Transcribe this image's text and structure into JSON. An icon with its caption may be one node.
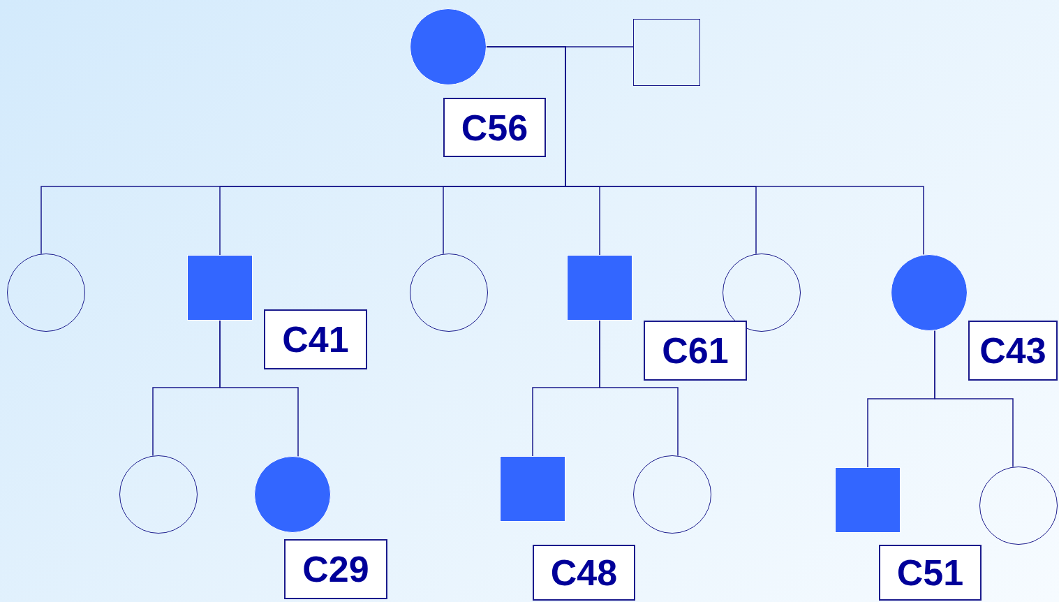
{
  "diagram": {
    "nodes": [
      {
        "text": [],
        "shape": "circle"
      },
      {
        "text": [],
        "shape": "box"
      },
      {
        "text": [
          "C56"
        ]
      },
      {
        "text": [],
        "shape": "circle"
      },
      {
        "text": [],
        "shape": "box"
      },
      {
        "text": [
          "C41"
        ]
      },
      {
        "text": [],
        "shape": "circle"
      },
      {
        "text": [],
        "shape": "box"
      },
      {
        "text": [],
        "shape": "circle"
      },
      {
        "text": [
          "C61"
        ]
      },
      {
        "text": [],
        "shape": "circle"
      },
      {
        "text": [
          "C43"
        ]
      },
      {
        "text": [],
        "shape": "circle"
      },
      {
        "text": [],
        "shape": "circle"
      },
      {
        "text": [
          "C29"
        ]
      },
      {
        "text": [],
        "shape": "box"
      },
      {
        "text": [],
        "shape": "circle"
      },
      {
        "text": [
          "C48"
        ]
      },
      {
        "text": [],
        "shape": "box"
      },
      {
        "text": [],
        "shape": "circle"
      },
      {
        "text": [
          "C51"
        ]
      }
    ],
    "edges": [
      {
        "from": 0,
        "to": 1,
        "arrow": "none"
      },
      {
        "from": 0,
        "to": 3,
        "arrow": "none"
      },
      {
        "from": 0,
        "to": 4,
        "arrow": "none"
      },
      {
        "from": 0,
        "to": 6,
        "arrow": "none"
      },
      {
        "from": 0,
        "to": 7,
        "arrow": "none"
      },
      {
        "from": 0,
        "to": 8,
        "arrow": "none"
      },
      {
        "from": 0,
        "to": 10,
        "arrow": "none"
      },
      {
        "from": 4,
        "to": 12,
        "arrow": "none"
      },
      {
        "from": 4,
        "to": 13,
        "arrow": "none"
      },
      {
        "from": 7,
        "to": 15,
        "arrow": "none"
      },
      {
        "from": 7,
        "to": 16,
        "arrow": "none"
      },
      {
        "from": 10,
        "to": 18,
        "arrow": "none"
      },
      {
        "from": 10,
        "to": 19,
        "arrow": "none"
      }
    ]
  }
}
